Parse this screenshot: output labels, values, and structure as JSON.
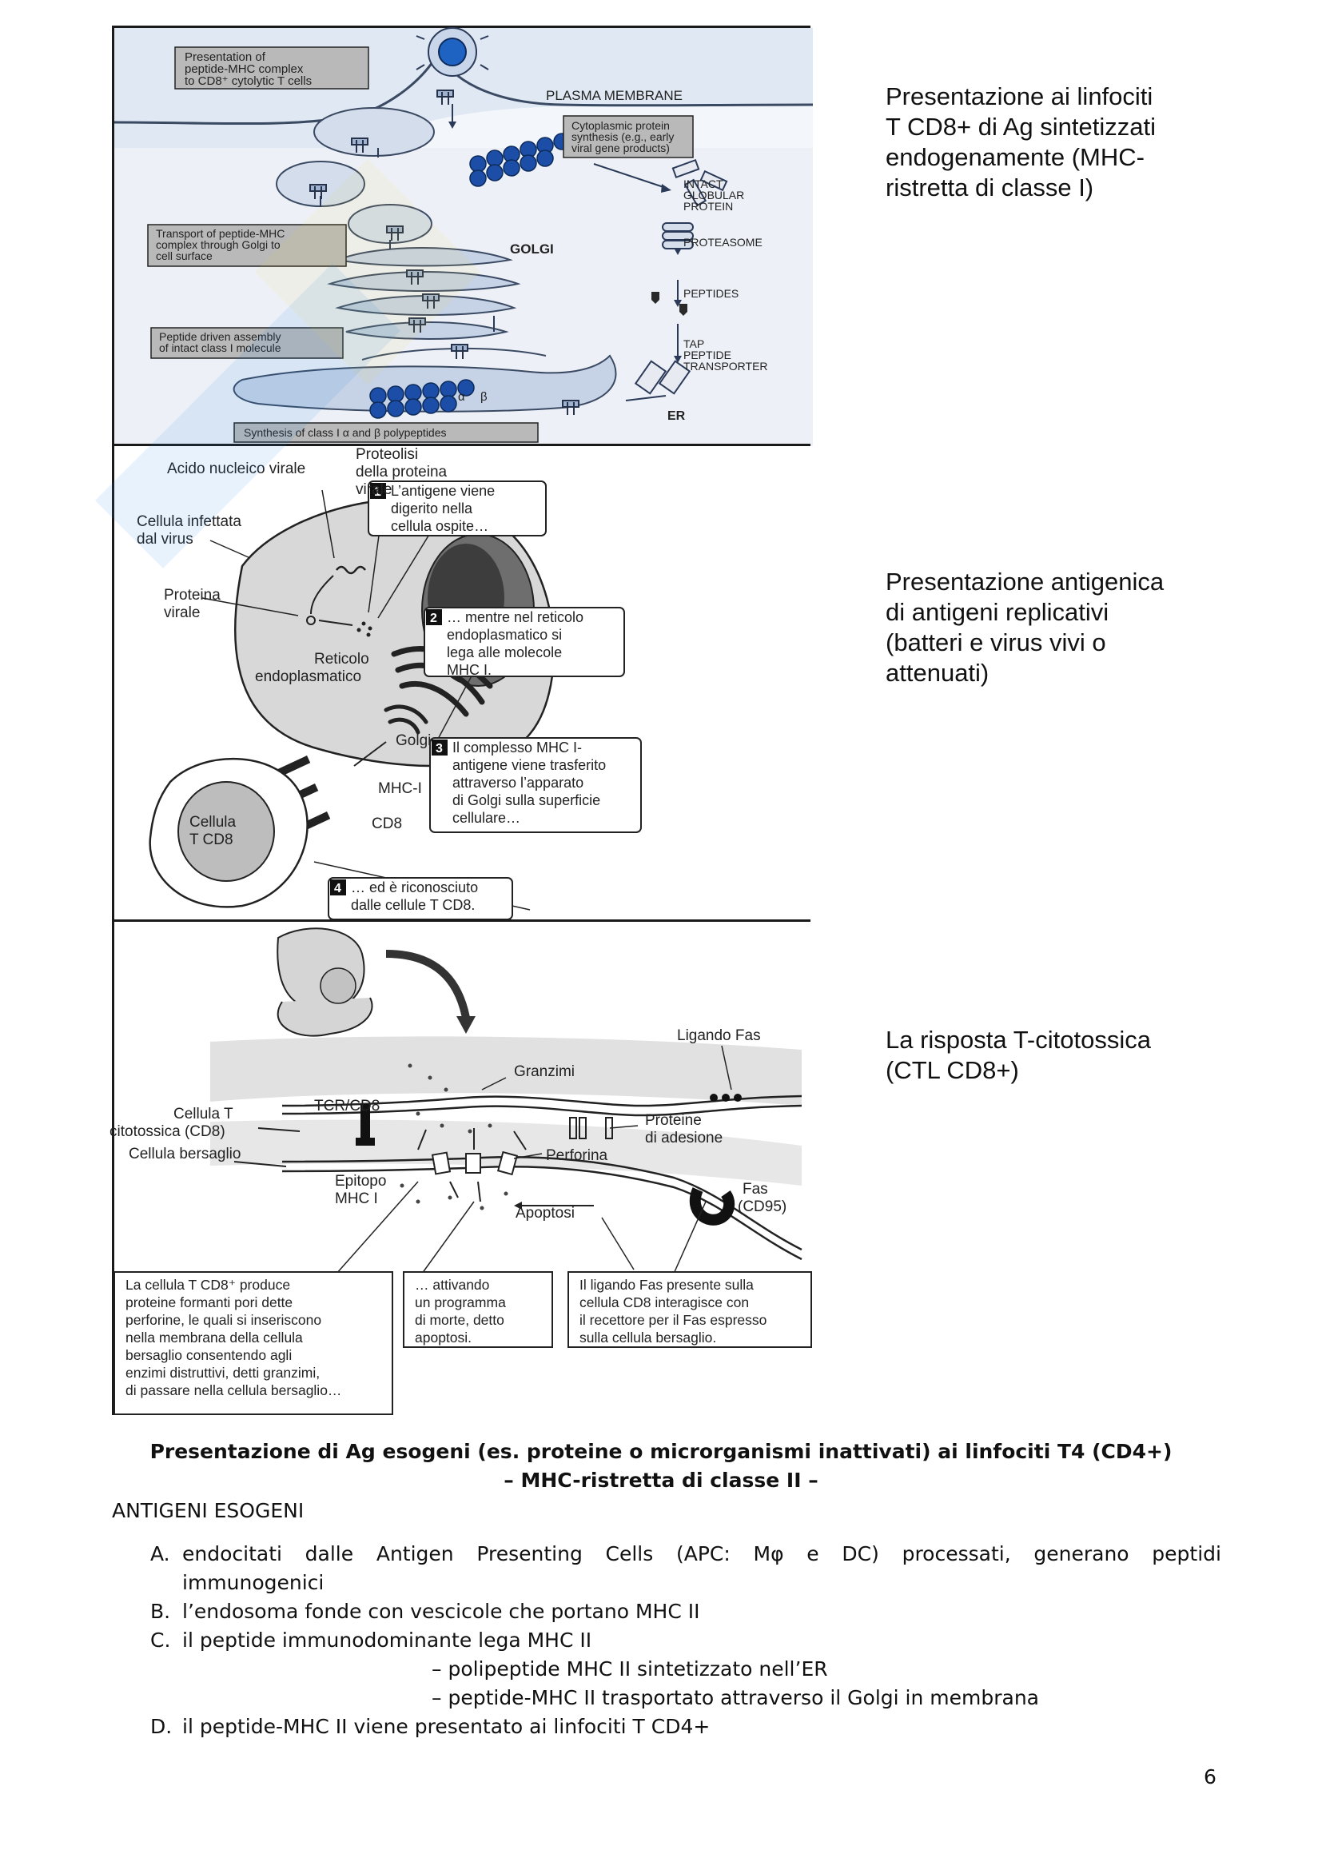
{
  "panels": {
    "class1": {
      "presentation_box": [
        "Presentation of",
        "peptide-MHC complex",
        "to CD8⁺ cytolytic T cells"
      ],
      "plasma_membrane": "PLASMA MEMBRANE",
      "cytoplasmic_box": [
        "Cytoplasmic protein",
        "synthesis (e.g., early",
        "viral gene products)"
      ],
      "intact_protein": [
        "INTACT",
        "GLOBULAR",
        "PROTEIN"
      ],
      "transport_box": [
        "Transport of peptide-MHC",
        "complex through Golgi to",
        "cell surface"
      ],
      "golgi": "GOLGI",
      "proteasome": "PROTEASOME",
      "peptides": "PEPTIDES",
      "assembly_box": [
        "Peptide driven assembly",
        "of intact class I molecule"
      ],
      "tap": [
        "TAP",
        "PEPTIDE",
        "TRANSPORTER"
      ],
      "alpha": "α",
      "beta": "β",
      "er": "ER",
      "synthesis_box": "Synthesis of class I α and β polypeptides"
    },
    "pathway": {
      "acido": "Acido nucleico virale",
      "proteolisi": [
        "Proteolisi",
        "della proteina",
        "virale"
      ],
      "infected_cell": [
        "Cellula infettata",
        "dal virus"
      ],
      "viral_protein": [
        "Proteina",
        "virale"
      ],
      "reticolo": [
        "Reticolo",
        "endoplasmatico"
      ],
      "golgi": "Golgi",
      "mhc1": "MHC-I",
      "cd8": "CD8",
      "t_cell": [
        "Cellula",
        "T CD8"
      ],
      "step1_num": "1",
      "step1": [
        "L’antigene viene",
        "digerito nella",
        "cellula ospite…"
      ],
      "step2_num": "2",
      "step2": [
        "… mentre nel reticolo",
        "endoplasmatico si",
        "lega alle molecole",
        "MHC I."
      ],
      "step3_num": "3",
      "step3": [
        "Il complesso MHC I-",
        "antigene viene trasferito",
        "attraverso l’apparato",
        "di Golgi sulla superficie",
        "cellulare…"
      ],
      "step4_num": "4",
      "step4": [
        "… ed è riconosciuto",
        "dalle cellule T CD8."
      ]
    },
    "ctl": {
      "granzimi": "Granzimi",
      "ligando_fas": "Ligando Fas",
      "t_cell": [
        "Cellula T",
        "citotossica (CD8)"
      ],
      "tcr": "TCR/CD8",
      "target_cell": "Cellula bersaglio",
      "proteine": [
        "Proteine",
        "di adesione"
      ],
      "perforina": "Perforina",
      "epitopo": [
        "Epitopo",
        "MHC I"
      ],
      "fas": [
        "Fas",
        "(CD95)"
      ],
      "apoptosi": "Apoptosi",
      "box1": [
        "La cellula T CD8⁺ produce",
        "proteine formanti pori dette",
        "perforine, le quali si inseriscono",
        "nella membrana della cellula",
        "bersaglio consentendo agli",
        "enzimi distruttivi, detti granzimi,",
        "di passare nella cellula bersaglio…"
      ],
      "box2": [
        "… attivando",
        "un programma",
        "di morte, detto",
        "apoptosi."
      ],
      "box3": [
        "Il ligando Fas presente sulla",
        "cellula CD8 interagisce con",
        "il recettore per il Fas espresso",
        "sulla cellula bersaglio."
      ]
    }
  },
  "captions": {
    "class1": [
      "Presentazione ai linfociti",
      "T CD8+ di Ag sintetizzati",
      "endogenamente (MHC-",
      "ristretta di classe I)"
    ],
    "pathway": [
      "Presentazione antigenica",
      "di antigeni replicativi",
      "(batteri e virus vivi o",
      "attenuati)"
    ],
    "ctl": [
      "La risposta T-citotossica",
      "(CTL CD8+)"
    ]
  },
  "section": {
    "title_line1": "Presentazione di Ag esogeni (es. proteine o microrganismi inattivati) ai linfociti T4 (CD4+)",
    "title_line2": "– MHC-ristretta di classe II –",
    "subheading": "ANTIGENI ESOGENI",
    "items": [
      {
        "marker": "A.",
        "text_line1": "endocitati dalle Antigen Presenting Cells (APC: Mφ e DC) processati, generano peptidi",
        "text_line2": "immunogenici"
      },
      {
        "marker": "B.",
        "text": "l’endosoma fonde con vescicole che portano MHC II"
      },
      {
        "marker": "C.",
        "text": "il peptide immunodominante lega MHC II"
      },
      {
        "marker": "D.",
        "text": "il peptide-MHC II viene presentato ai linfociti T CD4+"
      }
    ],
    "subitems": [
      "– polipeptide MHC II sintetizzato nell’ER",
      "– peptide-MHC II trasportato attraverso il Golgi in membrana"
    ]
  },
  "page_number": "6"
}
